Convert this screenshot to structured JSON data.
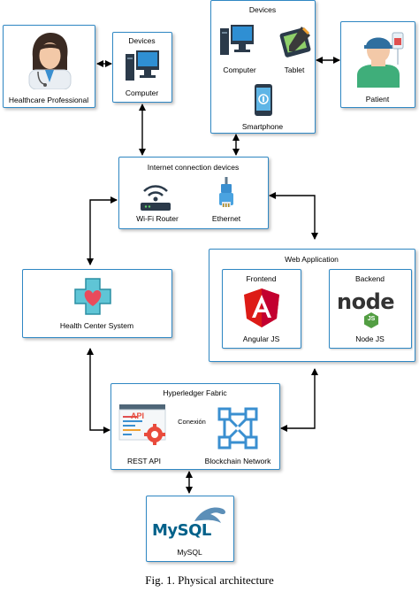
{
  "nodes": {
    "healthcare_professional": {
      "label": "Healthcare Professional"
    },
    "devices_left": {
      "title": "Devices",
      "computer": "Computer"
    },
    "devices_top": {
      "title": "Devices",
      "computer": "Computer",
      "tablet": "Tablet",
      "smartphone": "Smartphone"
    },
    "patient": {
      "label": "Patient"
    },
    "internet": {
      "title": "Internet connection devices",
      "wifi": "Wi-Fi Router",
      "ethernet": "Ethernet"
    },
    "health_center": {
      "label": "Health Center System"
    },
    "web_app": {
      "title": "Web Application",
      "frontend": "Frontend",
      "angular": "Angular JS",
      "backend": "Backend",
      "node": "Node JS",
      "node_logo": "node",
      "node_js_badge": "JS"
    },
    "hyperledger": {
      "title": "Hyperledger Fabric",
      "api_text": "API",
      "rest_api": "REST API",
      "conexion": "Conexión",
      "blockchain": "Blockchain Network"
    },
    "mysql": {
      "logo": "MySQL",
      "label": "MySQL"
    }
  },
  "caption": "Fig. 1. Physical architecture"
}
